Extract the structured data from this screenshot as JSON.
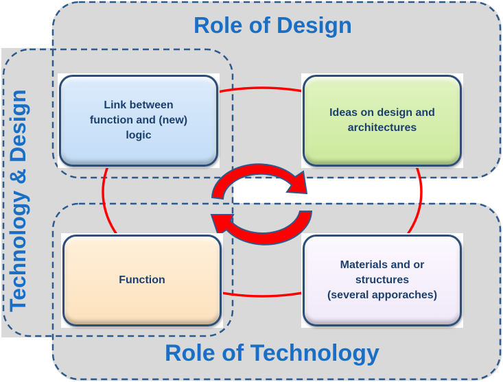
{
  "regions": {
    "design": {
      "title": "Role of Design"
    },
    "technology": {
      "title": "Role of Technology"
    },
    "tech_design": {
      "title": "Technology & Design"
    }
  },
  "boxes": [
    {
      "id": "link",
      "text": "Link between\nfunction and (new)\nlogic",
      "color": "#c9e0f8"
    },
    {
      "id": "ideas",
      "text": "Ideas on design and\narchitectures",
      "color": "#d3edaa"
    },
    {
      "id": "function",
      "text": "Function",
      "color": "#fde6c6"
    },
    {
      "id": "materials",
      "text": "Materials and or\nstructures\n(several apporaches)",
      "color": "#f6f0fc"
    }
  ],
  "colors": {
    "region_fill": "#d9d9d9",
    "region_border": "#2c5a8c",
    "title": "#1a6fc4",
    "cycle_line": "#ff0000",
    "arrow_fill": "#ff0000",
    "arrow_outline": "#2c5a8c"
  },
  "icons": {
    "center": "cycle-arrows-icon"
  }
}
